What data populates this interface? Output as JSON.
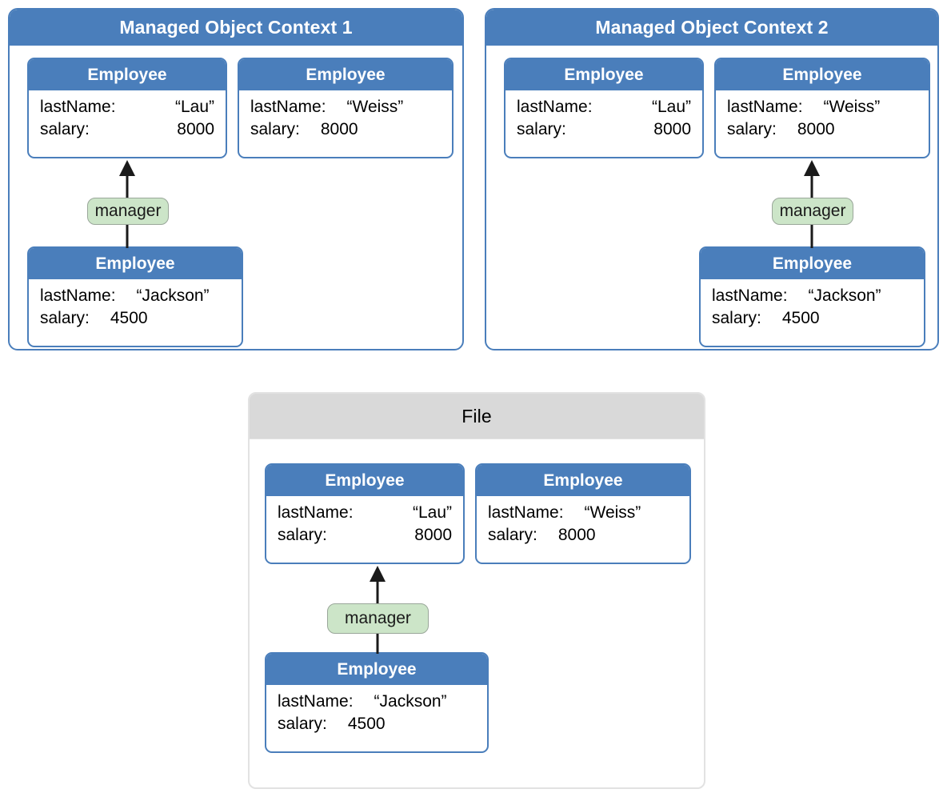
{
  "colors": {
    "accent_blue": "#4a7ebb",
    "pill_green": "#cce5c8",
    "file_header_gray": "#d9d9d9",
    "arrow_black": "#1a1a1a",
    "box_background": "#ffffff"
  },
  "entity_title": "Employee",
  "relationship_label": "manager",
  "attribute_keys": {
    "last_name": "lastName:",
    "salary": "salary:"
  },
  "contexts": [
    {
      "title": "Managed Object Context 1",
      "employees": [
        {
          "id": "lau",
          "last_name": "“Lau”",
          "salary": "8000"
        },
        {
          "id": "weiss",
          "last_name": "“Weiss”",
          "salary": "8000"
        },
        {
          "id": "jackson",
          "last_name": "“Jackson”",
          "salary": "4500"
        }
      ],
      "relationship": {
        "label": "manager",
        "from": "jackson",
        "to": "lau"
      }
    },
    {
      "title": "Managed Object Context 2",
      "employees": [
        {
          "id": "lau",
          "last_name": "“Lau”",
          "salary": "8000"
        },
        {
          "id": "weiss",
          "last_name": "“Weiss”",
          "salary": "8000"
        },
        {
          "id": "jackson",
          "last_name": "“Jackson”",
          "salary": "4500"
        }
      ],
      "relationship": {
        "label": "manager",
        "from": "jackson",
        "to": "weiss"
      }
    }
  ],
  "file": {
    "title": "File",
    "employees": [
      {
        "id": "lau",
        "last_name": "“Lau”",
        "salary": "8000"
      },
      {
        "id": "weiss",
        "last_name": "“Weiss”",
        "salary": "8000"
      },
      {
        "id": "jackson",
        "last_name": "“Jackson”",
        "salary": "4500"
      }
    ],
    "relationship": {
      "label": "manager",
      "from": "jackson",
      "to": "lau"
    }
  }
}
